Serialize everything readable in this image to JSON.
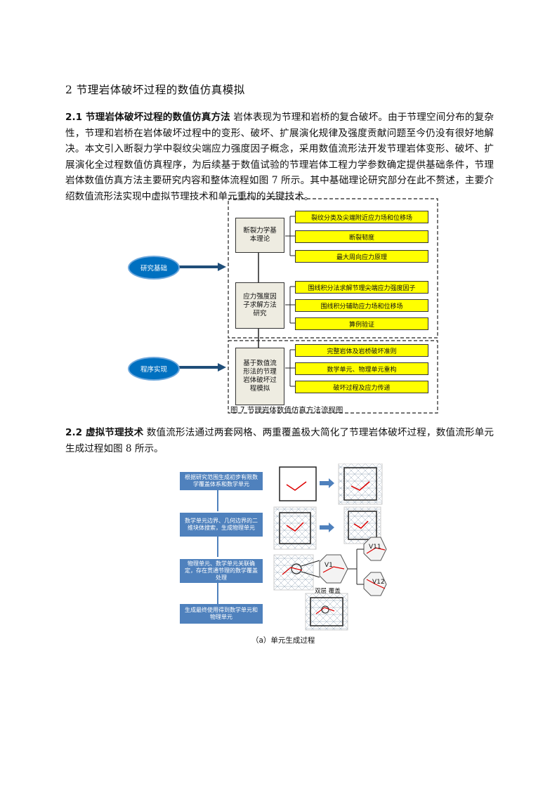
{
  "section": {
    "title": "2  节理岩体破坏过程的数值仿真模拟"
  },
  "para1": {
    "lead": "2.1 节理岩体破坏过程的数值仿真方法",
    "body": "   岩体表现为节理和岩桥的复合破坏。由于节理空间分布的复杂性，节理和岩桥在岩体破坏过程中的变形、破坏、扩展演化规律及强度贡献问题至今仍没有很好地解决。本文引入断裂力学中裂纹尖端应力强度因子概念，采用数值流形法开发节理岩体变形、破坏、扩展演化全过程数值仿真程序，为后续基于数值试验的节理岩体工程力学参数确定提供基础条件，节理岩体数值仿真方法主要研究内容和整体流程如图 7 所示。其中基础理论研究部分在此不赘述，主要介绍数值流形法实现中虚拟节理技术和单元重构的关键技术。"
  },
  "fig7": {
    "ellipse_basis": "研究基础",
    "ellipse_impl": "程序实现",
    "group1": "断裂力学基本理论",
    "group2": "应力强度因子求解方法研究",
    "group3": "基于数值流形法的节理岩体破坏过程模拟",
    "items1": [
      "裂纹分类及尖端附近应力场和位移场",
      "断裂韧度",
      "最大周向应力原理"
    ],
    "items2": [
      "围线积分法求解节理尖端应力强度因子",
      "围线积分辅助应力场和位移场",
      "算例验证"
    ],
    "items3": [
      "完整岩体及岩桥破坏准则",
      "数学单元、物理单元重构",
      "破坏过程及应力传递"
    ],
    "caption": "图 7  节理岩体数值仿真方法流程图"
  },
  "para2": {
    "lead": "2.2  虚拟节理技术",
    "body": "   数值流形法通过两套网格、两重覆盖极大简化了节理岩体破坏过程，数值流形单元生成过程如图 8 所示。"
  },
  "fig8": {
    "steps": [
      "根据研究范围生成初步有限数学覆盖体系和数学单元",
      "数学单元边界、几何边界的二维块体搜索，生成物理单元",
      "物理单元、数学单元关联确定，存在贯通节理的数学覆盖处理",
      "生成最终使用得到数学单元和物理单元"
    ],
    "v1": "V1",
    "v11": "V11",
    "v12": "V12",
    "overlay": "双层  覆盖",
    "caption": "（a）单元生成过程"
  },
  "colors": {
    "yellow": "#ffff00",
    "blue": "#0070c0",
    "flowblue": "#4f81bd",
    "beige": "#eeece1"
  }
}
